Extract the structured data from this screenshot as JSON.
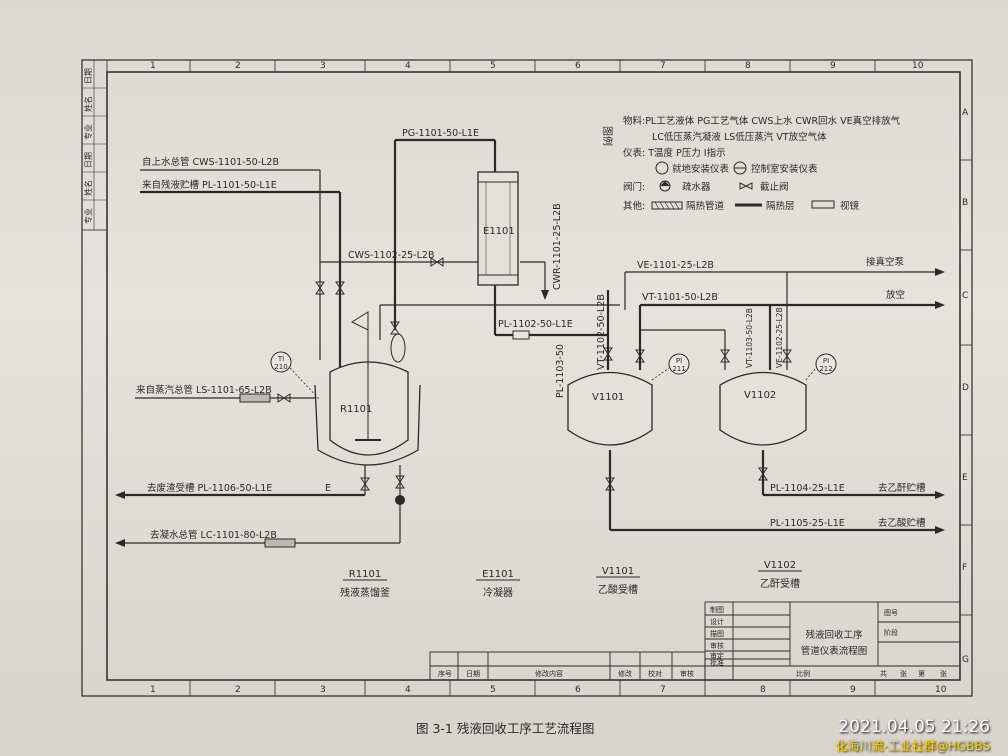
{
  "caption": "图 3-1   残液回收工序工艺流程图",
  "stamp": {
    "datetime": "2021.04.05 21:26",
    "watermark": "化海川流-工业社群@HGBBS"
  },
  "grid": {
    "top": [
      "1",
      "2",
      "3",
      "4",
      "5",
      "6",
      "7",
      "8",
      "9",
      "10"
    ],
    "side": [
      "A",
      "B",
      "C",
      "D",
      "E",
      "F",
      "G"
    ]
  },
  "side_labels": [
    "日期",
    "姓名",
    "专业",
    "日期",
    "姓名",
    "专业"
  ],
  "legend": {
    "title": "图例",
    "l1": "物料:PL工艺液体  PG工艺气体  CWS上水  CWR回水  VE真空排放气",
    "l2": "LC低压蒸汽凝液  LS低压蒸汽  VT放空气体",
    "l3": "仪表: T温度   P压力      I指示",
    "l4": "就地安装仪表",
    "l5": "控制室安装仪表",
    "l6": "阀门:",
    "l6a": "疏水器",
    "l6b": "截止阀",
    "l7": "其他:",
    "l7a": "隔热管道",
    "l7b": "隔热层",
    "l7c": "视镜"
  },
  "lines": {
    "cws_main": "自上水总管 CWS-1101-50-L2B",
    "pl_in": "来自残液贮槽 PL-1101-50-L1E",
    "pg": "PG-1101-50-L1E",
    "cws2": "CWS-1102-25-L2B",
    "cwr": "CWR-1101-25-L2B",
    "ve": "VE-1101-25-L2B",
    "ve_to": "接真空泵",
    "vt": "VT-1101-50-L2B",
    "vt_to": "放空",
    "pl1102": "PL-1102-50-L1E",
    "pl1103": "PL-1103-50",
    "vt1102": "VT-1102-50-L2B",
    "vt1103": "VT-1103-50-L2B",
    "ve1102": "VE-1102-25-L2B",
    "ls": "来自蒸汽总管  LS-1101-65-L2B",
    "waste": "去废渣受槽  PL-1106-50-L1E",
    "waste_e": "E",
    "cond": "去凝水总管  LC-1101-80-L2B",
    "pl1104": "PL-1104-25-L1E",
    "pl1104_to": "去乙酐贮槽",
    "pl1105": "PL-1105-25-L1E",
    "pl1105_to": "去乙酸贮槽"
  },
  "equipment": {
    "r1101": "R1101",
    "e1101": "E1101",
    "v1101": "V1101",
    "v1102": "V1102"
  },
  "instruments": {
    "ti": "TI",
    "ti_n": "210",
    "pi1": "PI",
    "pi1_n": "211",
    "pi2": "PI",
    "pi2_n": "212"
  },
  "bottom_list": [
    {
      "tag": "R1101",
      "name": "残液蒸馏釜"
    },
    {
      "tag": "E1101",
      "name": "冷凝器"
    },
    {
      "tag": "V1101",
      "name": "乙酸受槽"
    },
    {
      "tag": "V1102",
      "name": "乙酐受槽"
    }
  ],
  "title_block": {
    "title1": "残液回收工序",
    "title2": "管道仪表流程图",
    "left_rows": [
      "制图",
      "设计",
      "描图",
      "审核",
      "审定",
      "批准"
    ],
    "mid": [
      "序号",
      "日期",
      "修改内容",
      "修改",
      "校对",
      "审核"
    ],
    "bottom": [
      "比例",
      "共",
      "张",
      "第",
      "张"
    ],
    "right_top": [
      "图号",
      "阶段"
    ]
  }
}
